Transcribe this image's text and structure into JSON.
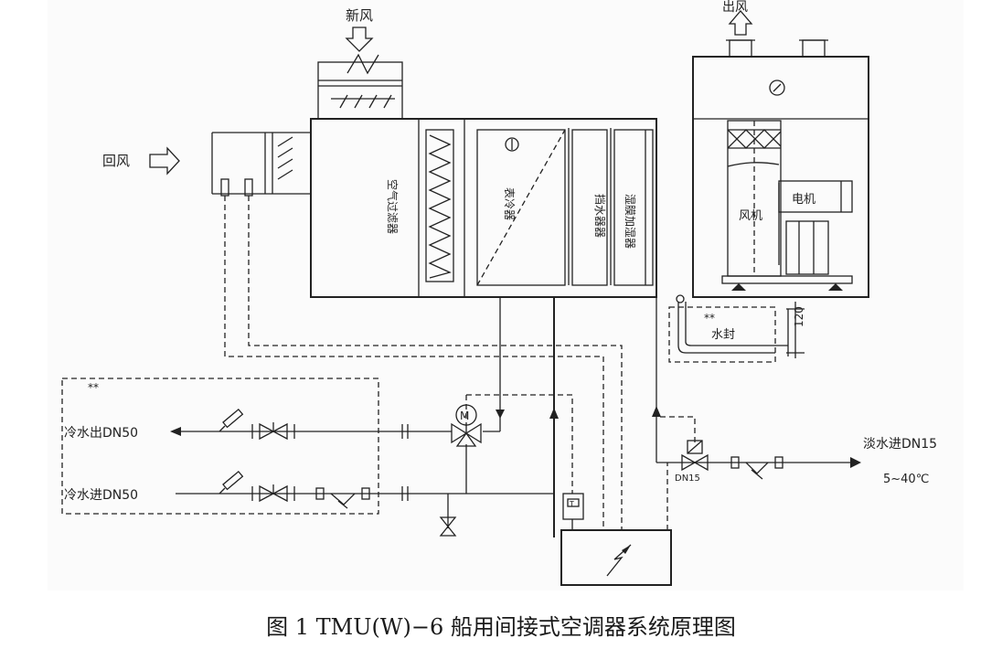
{
  "labels": {
    "fresh_air": "新风",
    "return_air": "回风",
    "outlet_air": "出风",
    "air_filter": "空气过滤器",
    "surface_cooler": "表冷器",
    "water_eliminator": "挡水器器",
    "humidifier": "湿膜加湿器",
    "fan": "风机",
    "motor": "电机",
    "water_seal": "水封",
    "seal_height": "120",
    "double_star_top": "**",
    "double_star_left": "**",
    "chilled_water_out": "冷水出DN50",
    "chilled_water_in": "冷水进DN50",
    "fresh_water_in": "淡水进DN15",
    "temp_range": "5~40℃",
    "dn15": "DN15",
    "motor_valve": "M",
    "sensor_symbol": "T"
  },
  "caption": "图 1 TMU(W)−6 船用间接式空调器系统原理图",
  "colors": {
    "line": "#222222",
    "background": "#ffffff"
  }
}
